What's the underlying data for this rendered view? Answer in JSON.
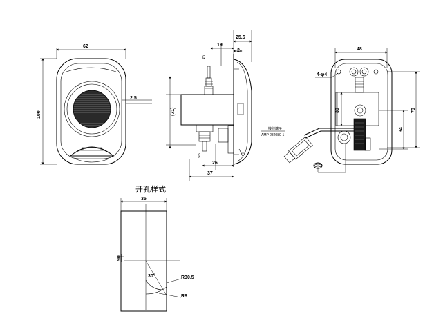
{
  "front_view": {
    "width_label": "62",
    "height_label": "100",
    "cover_label": "2.5"
  },
  "side_view": {
    "depth_label": "25.6",
    "top_offset_label": "19",
    "thickness_label": "2",
    "height_label": "(71)",
    "lower_offset_label": "26",
    "bottom_label": "37",
    "inlet_label": "VA",
    "outlet_label": "VB"
  },
  "rear_view": {
    "width_label": "48",
    "hole_label": "4-φ4",
    "offset_label": "30",
    "height_label": "70",
    "lower_label": "34",
    "connector_title": "接线端子",
    "connector_part": "AMP 282080-1"
  },
  "cutout_view": {
    "title": "开孔样式",
    "width_label": "35",
    "height_label": "90",
    "angle_label": "30°",
    "radius_outer_label": "R30.5",
    "radius_inner_label": "R8"
  }
}
